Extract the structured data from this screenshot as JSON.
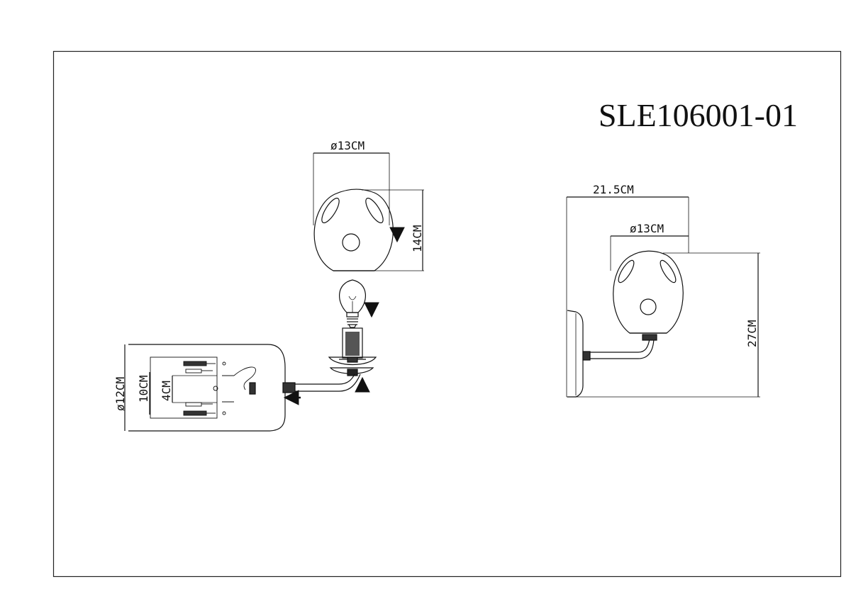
{
  "drawing": {
    "model": "SLE106001-01",
    "shade_detail": {
      "diameter": "ø13CM",
      "height": "14CM"
    },
    "backplate_detail": {
      "diameter": "ø12CM",
      "screw_spacing": "10CM",
      "inner_spacing": "4CM"
    },
    "side_view": {
      "projection": "21.5CM",
      "shade_diameter": "ø13CM",
      "height": "27CM"
    }
  }
}
